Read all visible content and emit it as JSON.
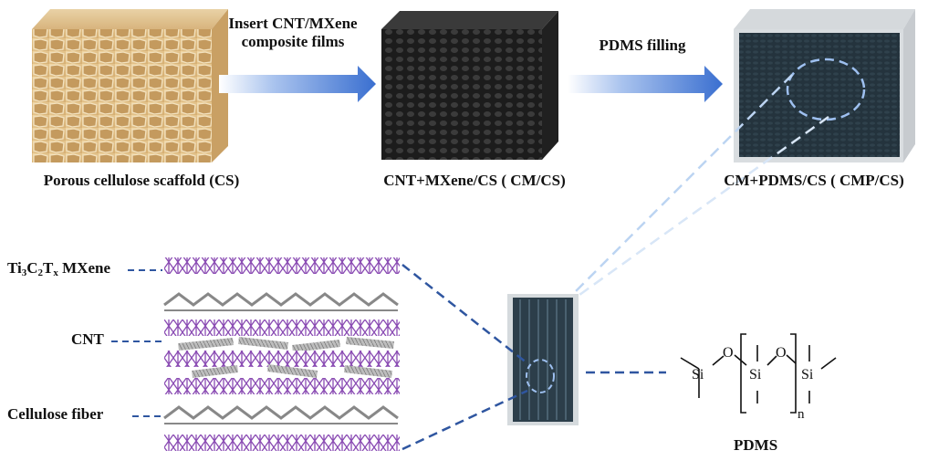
{
  "steps": {
    "step1_label": "Insert CNT/MXene",
    "step1_label2": "composite films",
    "step2_label": "PDMS filling"
  },
  "samples": {
    "cs": "Porous cellulose scaffold (CS)",
    "cmcs": "CNT+MXene/CS ( CM/CS)",
    "cmpcs": "CM+PDMS/CS ( CMP/CS)"
  },
  "layers": {
    "mxene_prefix": "Ti",
    "mxene_sub1": "3",
    "mxene_mid": "C",
    "mxene_sub2": "2",
    "mxene_t": "T",
    "mxene_subx": "x",
    "mxene_suffix": " MXene",
    "cnt": "CNT",
    "cellulose": "Cellulose fiber"
  },
  "pdms": {
    "title": "PDMS",
    "si": "Si",
    "o": "O",
    "n": "n"
  },
  "colors": {
    "arrow": "#3a6fd0",
    "mxene": "#8a4bb3",
    "cellulose": "#888888",
    "dashed": "#2f56a0"
  }
}
